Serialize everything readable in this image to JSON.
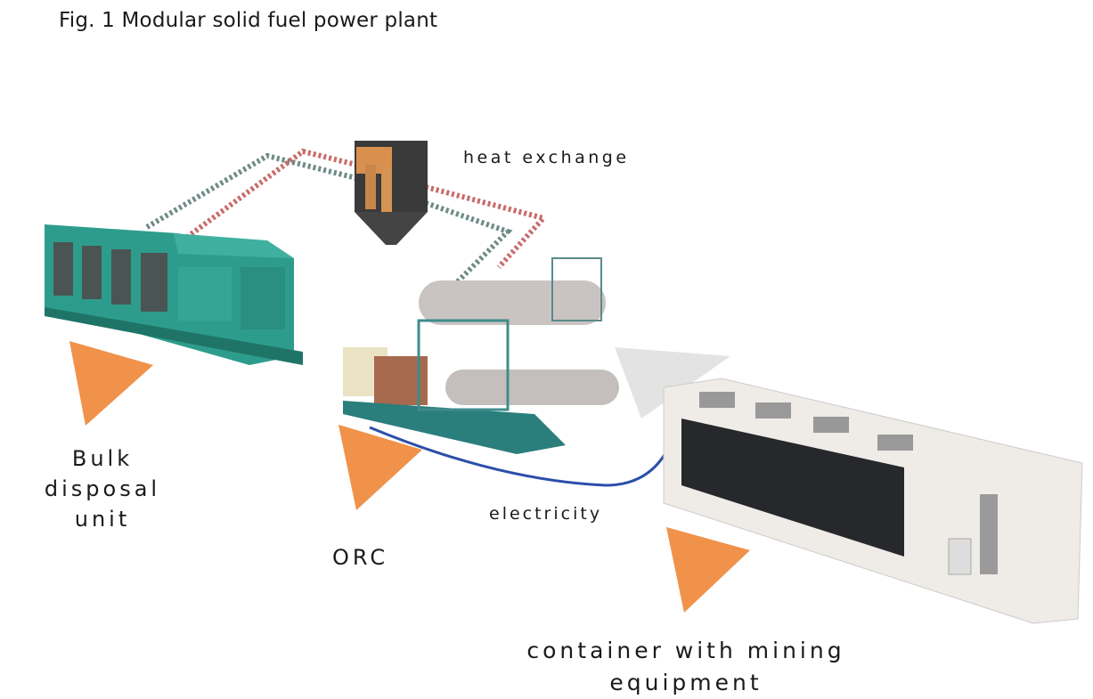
{
  "figure": {
    "title": "Fig. 1 Modular solid fuel power plant",
    "labels": {
      "heat_exchange": "heat exchange",
      "bulk_line1": "Bulk",
      "bulk_line2": "disposal",
      "bulk_line3": "unit",
      "orc": "ORC",
      "electricity": "electricity",
      "container_line1": "container with mining",
      "container_line2": "equipment"
    },
    "colors": {
      "marker": "#F0924A",
      "bulk_unit": "#2E9C8C",
      "cable": "#2A4FA8",
      "hot_pipe": "#C96A6A",
      "cold_pipe": "#6E8A86"
    }
  }
}
